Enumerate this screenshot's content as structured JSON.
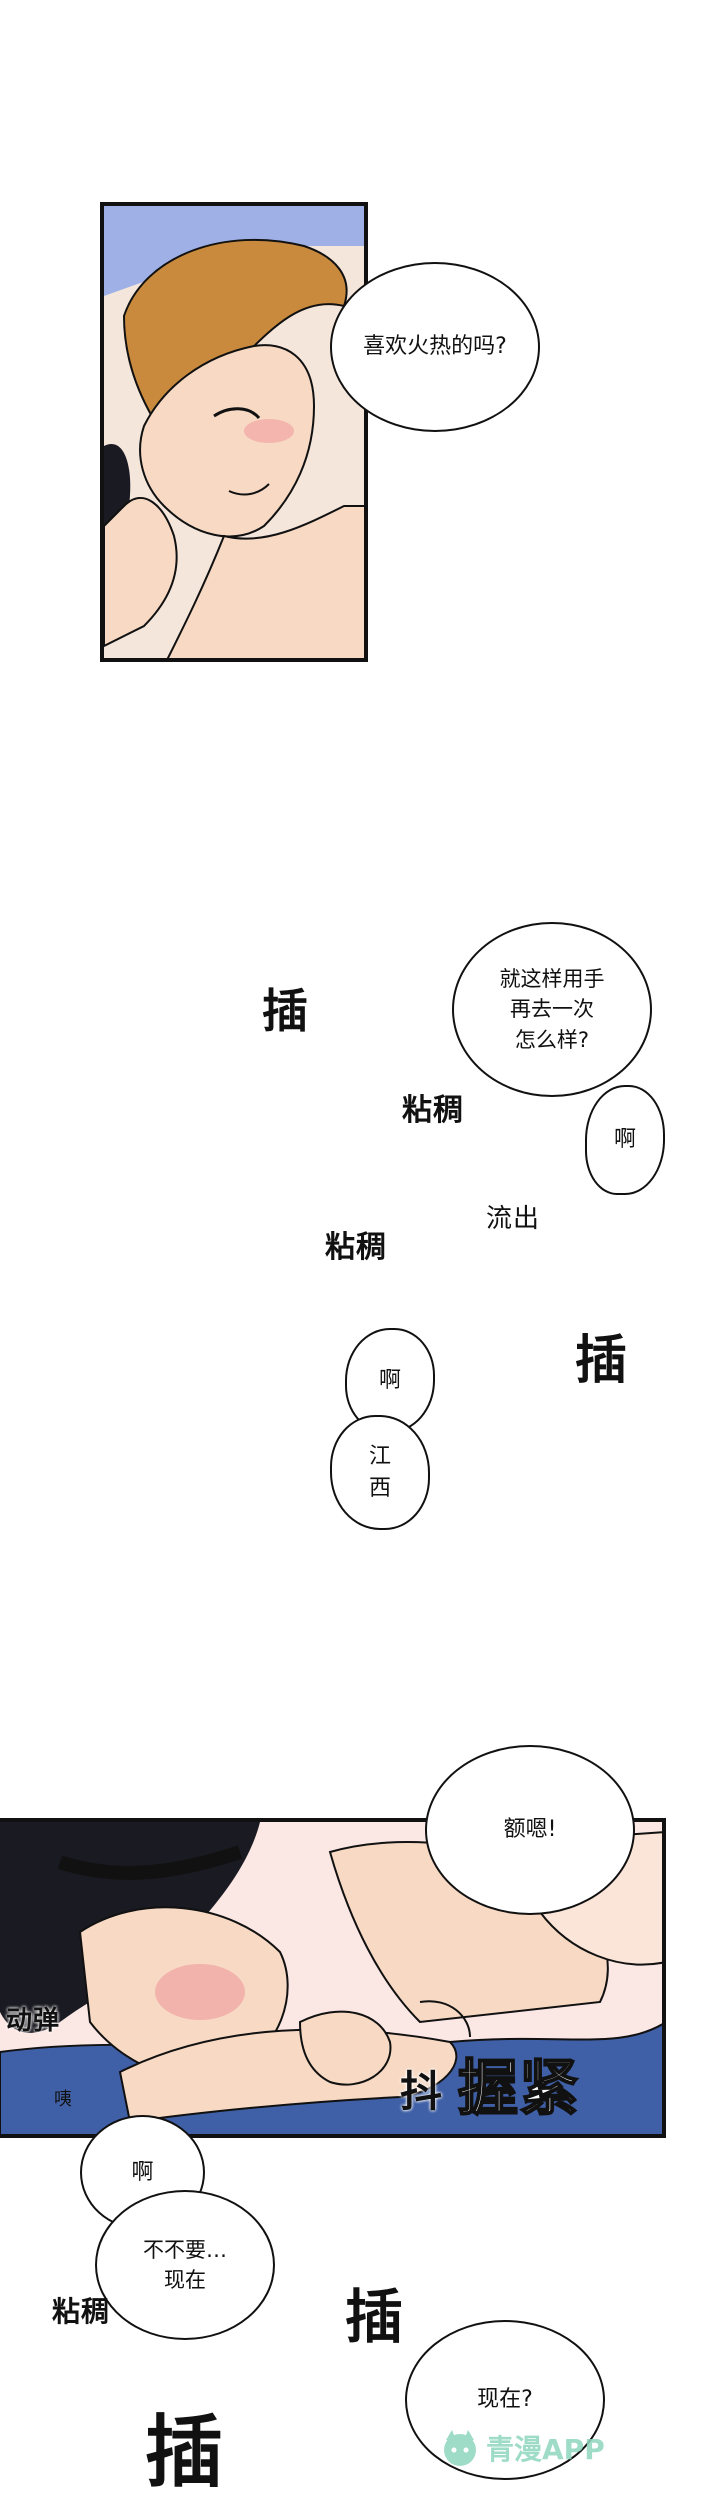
{
  "panel1": {
    "bubble": "喜欢火热的吗?"
  },
  "middle": {
    "bubble_1": [
      "就这样用手",
      "再去一次",
      "怎么样?"
    ],
    "bubble_a1": "啊",
    "bubble_a2": "啊",
    "bubble_jiangxi": [
      "江",
      "西"
    ],
    "sfx_cha_1": "插",
    "sfx_cha_2": "插",
    "sfx_zhantong_1": "粘稠",
    "sfx_zhantong_2": "粘稠",
    "sfx_liuchu": "流出"
  },
  "panel2": {
    "bubble_eem": "额嗯!",
    "sfx_dongdan": "动弹",
    "sfx_dou": "抖",
    "sfx_wojin": "握紧"
  },
  "bottom": {
    "sfx_yi": "咦",
    "bubble_a": "啊",
    "bubble_buyao": [
      "不不要…",
      "现在"
    ],
    "sfx_zhantong": "粘稠",
    "sfx_cha_1": "插",
    "sfx_cha_2": "插",
    "bubble_xianzai": "现在?",
    "watermark": "青漫APP"
  },
  "colors": {
    "ink": "#111111",
    "skin": "#f7d9c4",
    "blush": "#f2a5a5",
    "hair_blond": "#c98a3e",
    "sky": "#9fb0e6",
    "sheet_blue": "#3f5fa6",
    "hair_dark": "#1a1a22",
    "watermark": "#8fd6bf"
  }
}
